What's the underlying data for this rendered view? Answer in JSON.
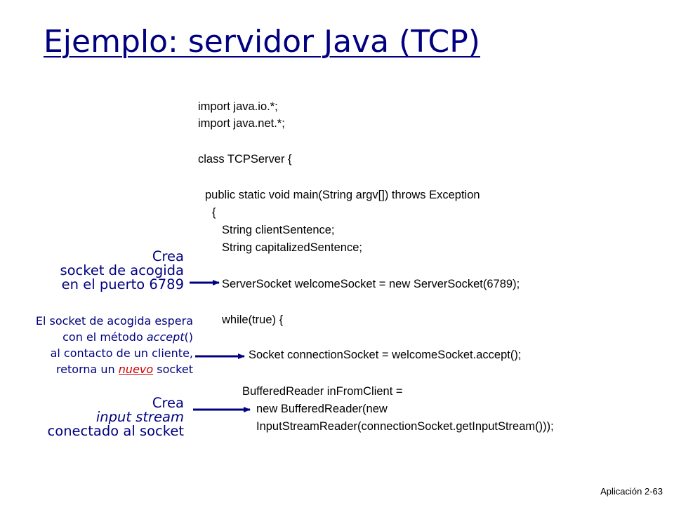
{
  "slide": {
    "title": "Ejemplo: servidor Java (TCP)",
    "footer": "Aplicación 2-63"
  },
  "code": {
    "lines": [
      "import java.io.*;",
      "import java.net.*;",
      "class TCPServer {",
      "public static void main(String argv[]) throws Exception",
      "{",
      "String clientSentence;",
      "String capitalizedSentence;",
      "ServerSocket welcomeSocket = new ServerSocket(6789);",
      "while(true) {",
      "Socket connectionSocket = welcomeSocket.accept();",
      "BufferedReader inFromClient =",
      "new BufferedReader(new",
      "InputStreamReader(connectionSocket.getInputStream()));"
    ]
  },
  "annotations": {
    "welcome_socket": {
      "line1": "Crea",
      "line2": "socket de acogida",
      "line3": "en el puerto 6789"
    },
    "accept": {
      "line1": "El socket de acogida espera",
      "line2_pre": "con el método ",
      "line2_em": "accept",
      "line2_post": "()",
      "line3": "al contacto de un cliente,",
      "line4_pre": "retorna un ",
      "line4_em": "nuevo",
      "line4_post": " socket"
    },
    "input_stream": {
      "line1": "Crea",
      "line2": "input stream",
      "line3": "conectado al socket"
    }
  },
  "colors": {
    "title": "#000080",
    "annotation": "#000080",
    "highlight": "#cc0000"
  }
}
